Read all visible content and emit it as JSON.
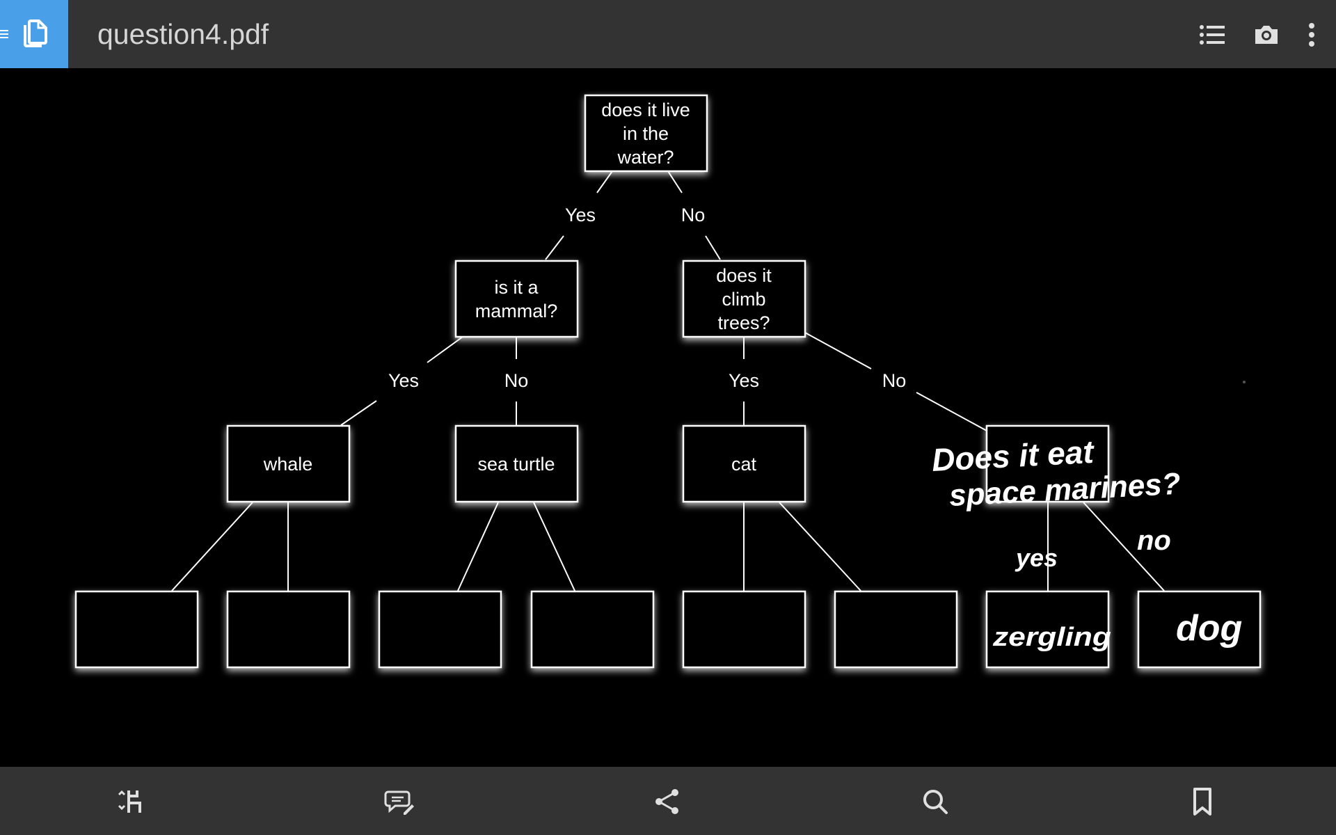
{
  "header": {
    "title": "question4.pdf",
    "icons": [
      "menu-icon",
      "document-icon",
      "list-icon",
      "camera-icon",
      "more-vertical-icon"
    ]
  },
  "diagram": {
    "root": [
      "does it live",
      "in the",
      "water?"
    ],
    "root_yes": "Yes",
    "root_no": "No",
    "mammal": [
      "is it a",
      "mammal?"
    ],
    "climb": [
      "does it",
      "climb",
      "trees?"
    ],
    "mammal_yes": "Yes",
    "mammal_no": "No",
    "climb_yes": "Yes",
    "climb_no": "No",
    "leaf_whale": "whale",
    "leaf_sea_turtle": "sea turtle",
    "leaf_cat": "cat",
    "handwriting": {
      "question_line1": "Does it eat",
      "question_line2": "space marines?",
      "yes": "yes",
      "no": "no",
      "answer_yes": "zergling",
      "answer_no": "dog"
    }
  },
  "bottom_bar": {
    "icons": [
      "fit-page-icon",
      "annotate-comment-icon",
      "share-icon",
      "search-icon",
      "bookmark-icon"
    ]
  },
  "colors": {
    "bar": "#333333",
    "accent": "#4a9fe9",
    "title_text": "#d6d6d6",
    "icon": "#e0e0e0",
    "canvas": "#000000",
    "diagram": "#ffffff"
  }
}
